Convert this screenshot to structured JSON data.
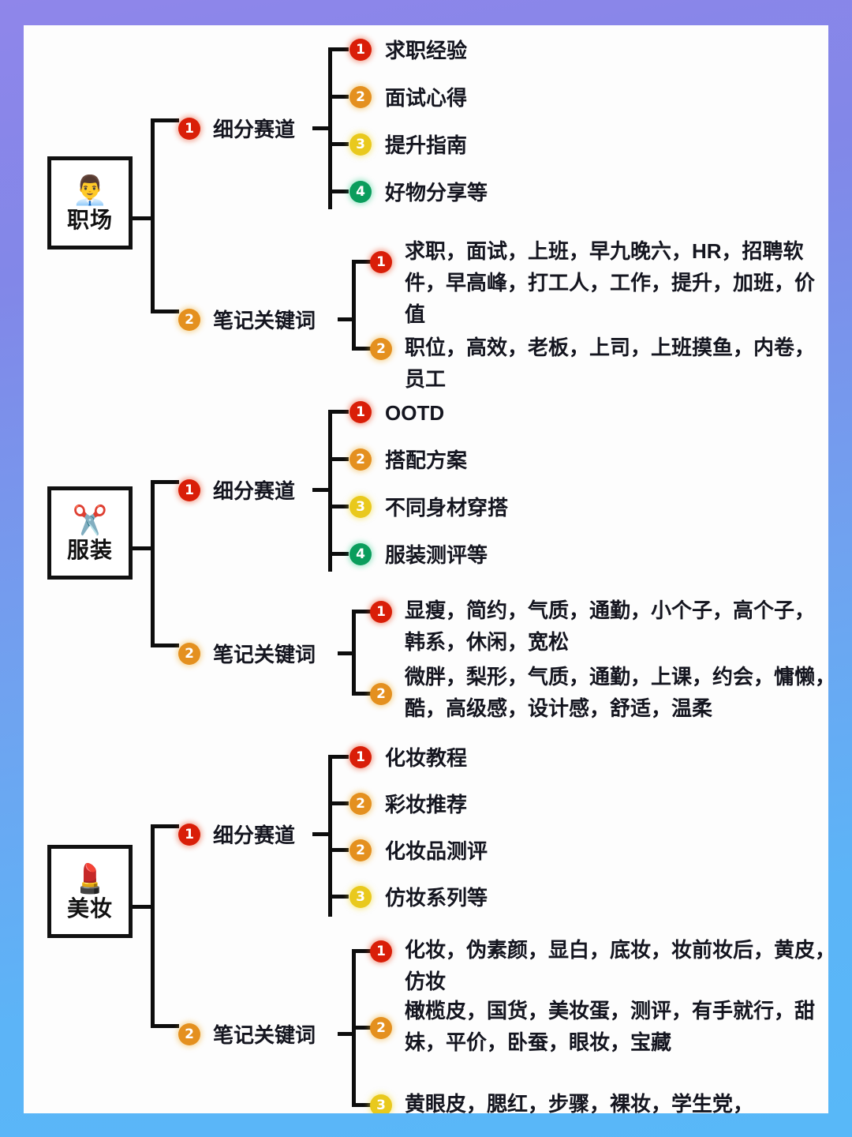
{
  "page": {
    "frame_color_top": "#8f86ea",
    "frame_color_bottom": "#58b8f8",
    "background": "#fdfdfd",
    "text_color": "#14151f"
  },
  "palette": {
    "red": "#d91e08",
    "orange": "#e4901f",
    "yellow": "#e9c91d",
    "green": "#0a9d5c",
    "line": "#0d0d0d"
  },
  "branch_labels": {
    "subtrack": "细分赛道",
    "keywords": "笔记关键词"
  },
  "sections": [
    {
      "id": "workplace",
      "root_label": "职场",
      "root_icon": "👨‍💼",
      "root_icon_name": "office-worker-icon",
      "subtrack": {
        "label": "细分赛道",
        "badge": "1",
        "badge_color": "red",
        "items": [
          {
            "num": "1",
            "color": "red",
            "text": "求职经验"
          },
          {
            "num": "2",
            "color": "orange",
            "text": "面试心得"
          },
          {
            "num": "3",
            "color": "yellow",
            "text": "提升指南"
          },
          {
            "num": "4",
            "color": "green",
            "text": "好物分享等"
          }
        ]
      },
      "keywords": {
        "label": "笔记关键词",
        "badge": "2",
        "badge_color": "orange",
        "groups": [
          {
            "num": "1",
            "color": "red",
            "text": "求职，面试，上班，早九晚六，HR，招聘软件，早高峰，打工人，工作，提升，加班，价值"
          },
          {
            "num": "2",
            "color": "orange",
            "text": "职位，高效，老板，上司，上班摸鱼，内卷，员工"
          }
        ]
      }
    },
    {
      "id": "clothing",
      "root_label": "服装",
      "root_icon": "✂️",
      "root_icon_name": "scissors-icon",
      "subtrack": {
        "label": "细分赛道",
        "badge": "1",
        "badge_color": "red",
        "items": [
          {
            "num": "1",
            "color": "red",
            "text": "OOTD"
          },
          {
            "num": "2",
            "color": "orange",
            "text": "搭配方案"
          },
          {
            "num": "3",
            "color": "yellow",
            "text": "不同身材穿搭"
          },
          {
            "num": "4",
            "color": "green",
            "text": "服装测评等"
          }
        ]
      },
      "keywords": {
        "label": "笔记关键词",
        "badge": "2",
        "badge_color": "orange",
        "groups": [
          {
            "num": "1",
            "color": "red",
            "text": "显瘦，简约，气质，通勤，小个子，高个子，韩系，休闲，宽松"
          },
          {
            "num": "2",
            "color": "orange",
            "text": "微胖，梨形，气质，通勤，上课，约会，慵懒，酷，高级感，设计感，舒适，温柔"
          }
        ]
      }
    },
    {
      "id": "beauty",
      "root_label": "美妆",
      "root_icon": "💄",
      "root_icon_name": "lipstick-icon",
      "subtrack": {
        "label": "细分赛道",
        "badge": "1",
        "badge_color": "red",
        "items": [
          {
            "num": "1",
            "color": "red",
            "text": "化妆教程"
          },
          {
            "num": "2",
            "color": "orange",
            "text": "彩妆推荐"
          },
          {
            "num": "2",
            "color": "orange",
            "text": "化妆品测评"
          },
          {
            "num": "3",
            "color": "yellow",
            "text": "仿妆系列等"
          }
        ]
      },
      "keywords": {
        "label": "笔记关键词",
        "badge": "2",
        "badge_color": "orange",
        "groups": [
          {
            "num": "1",
            "color": "red",
            "text": "化妆，伪素颜，显白，底妆，妆前妆后，黄皮，仿妆"
          },
          {
            "num": "2",
            "color": "orange",
            "text": "橄榄皮，国货，美妆蛋，测评，有手就行，甜妹，平价，卧蚕，眼妆，宝藏"
          },
          {
            "num": "3",
            "color": "yellow",
            "text": "黄眼皮，腮红，步骤，裸妆，学生党，"
          }
        ]
      }
    }
  ]
}
